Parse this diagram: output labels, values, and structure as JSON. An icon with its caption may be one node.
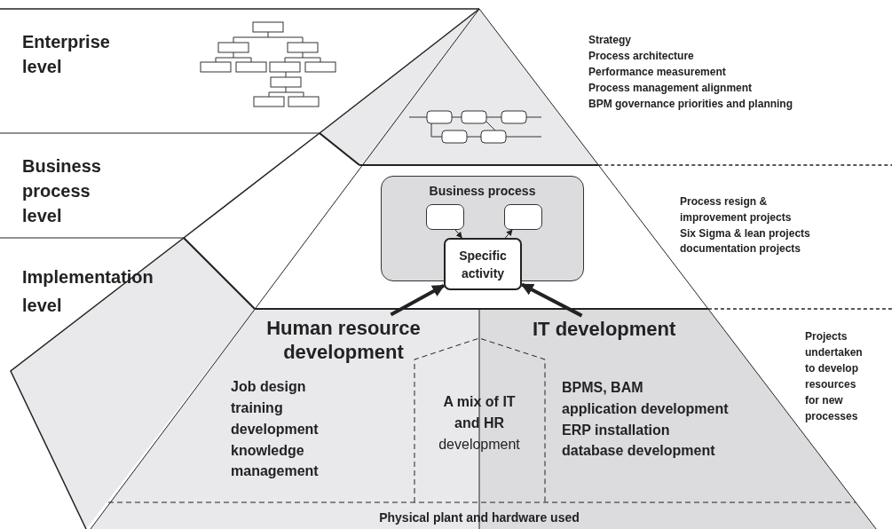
{
  "diagram": {
    "nodes": [
      {
        "text": [
          "Business process"
        ]
      },
      {
        "text": [],
        "shape": "box",
        "in": 0
      },
      {
        "text": [],
        "shape": "box",
        "in": 0
      },
      {
        "text": [
          "Specific activity"
        ]
      },
      {
        "text": [
          "Human resource development"
        ]
      },
      {
        "text": [
          "IT development"
        ]
      }
    ],
    "edges": [
      {
        "from": 1,
        "to": 3,
        "arrow": "to"
      },
      {
        "from": 3,
        "to": 2,
        "arrow": "to"
      },
      {
        "from": 4,
        "to": 3,
        "arrow": "to",
        "style": "thick"
      },
      {
        "from": 5,
        "to": 3,
        "arrow": "to",
        "style": "thick"
      }
    ],
    "labels": [
      "Enterprise level",
      "Strategy",
      "Process architecture",
      "Performance measurement",
      "Process management alignment",
      "BPM governance priorities and planning",
      "Business process level",
      "Process resign & improvement projects",
      "Six Sigma & lean projects",
      "documentation projects",
      "Implementation level",
      "Projects undertaken to develop resources for new processes",
      "Job design",
      "training",
      "development",
      "knowledge management",
      "**A mix of IT and HR** development",
      "BPMS, BAM",
      "application development",
      "ERP installation",
      "database development",
      "Physical plant and hardware used"
    ]
  }
}
